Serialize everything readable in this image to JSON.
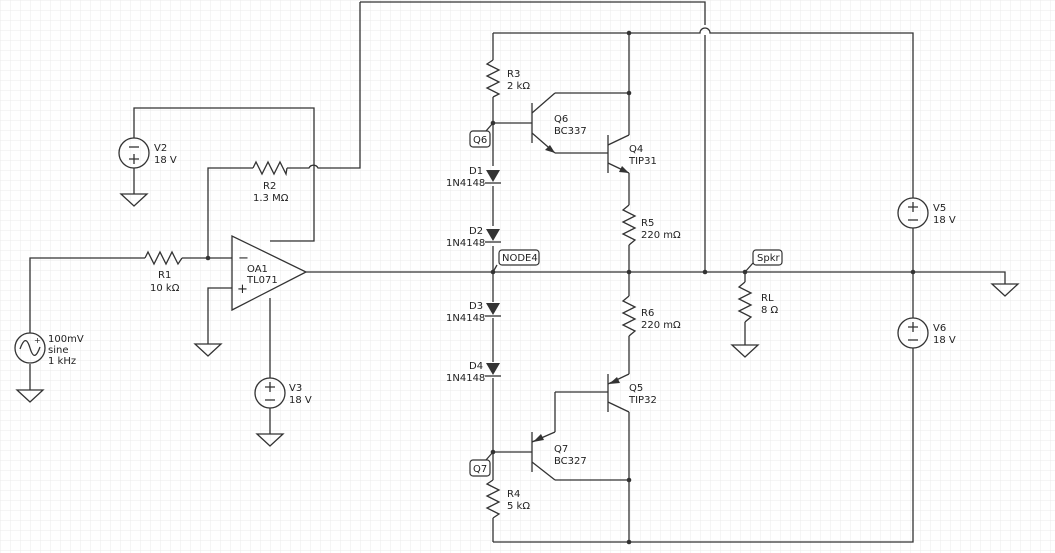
{
  "components": {
    "R1": {
      "ref": "R1",
      "value": "10 kΩ"
    },
    "R2": {
      "ref": "R2",
      "value": "1.3 MΩ"
    },
    "R3": {
      "ref": "R3",
      "value": "2 kΩ"
    },
    "R4": {
      "ref": "R4",
      "value": "5 kΩ"
    },
    "R5": {
      "ref": "R5",
      "value": "220 mΩ"
    },
    "R6": {
      "ref": "R6",
      "value": "220 mΩ"
    },
    "RL": {
      "ref": "RL",
      "value": "8 Ω"
    },
    "V2": {
      "ref": "V2",
      "value": "18 V"
    },
    "V3": {
      "ref": "V3",
      "value": "18 V"
    },
    "V5": {
      "ref": "V5",
      "value": "18 V"
    },
    "V6": {
      "ref": "V6",
      "value": "18 V"
    },
    "VS": {
      "line1": "100mV",
      "line2": "sine",
      "line3": "1 kHz"
    },
    "OA1": {
      "ref": "OA1",
      "value": "TL071",
      "minus": "−",
      "plus": "+"
    },
    "Q4": {
      "ref": "Q4",
      "value": "TIP31"
    },
    "Q5": {
      "ref": "Q5",
      "value": "TIP32"
    },
    "Q6": {
      "ref": "Q6",
      "value": "BC337"
    },
    "Q7": {
      "ref": "Q7",
      "value": "BC327"
    },
    "D1": {
      "ref": "D1",
      "value": "1N4148"
    },
    "D2": {
      "ref": "D2",
      "value": "1N4148"
    },
    "D3": {
      "ref": "D3",
      "value": "1N4148"
    },
    "D4": {
      "ref": "D4",
      "value": "1N4148"
    }
  },
  "net_labels": {
    "q6": "Q6",
    "q7": "Q7",
    "node4": "NODE4",
    "spkr": "Spkr"
  },
  "colors": {
    "wire": "#333333",
    "grid": "#ebebeb",
    "background": "#ffffff"
  }
}
